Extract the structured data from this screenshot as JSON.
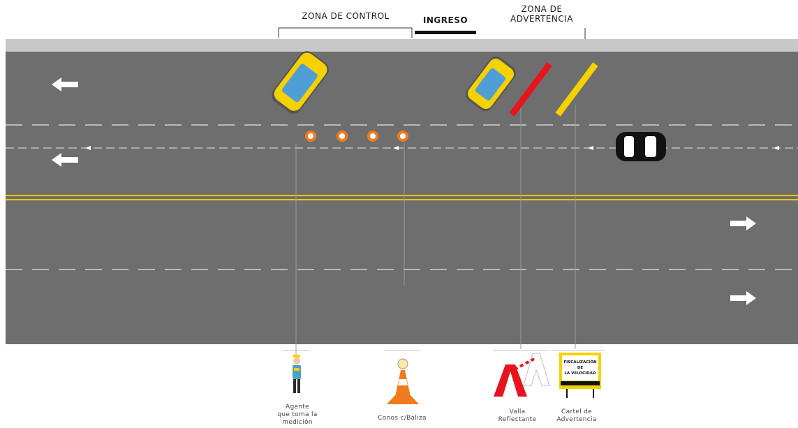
{
  "zones": {
    "control": "ZONA DE CONTROL",
    "ingreso": "INGRESO",
    "advertencia_1": "ZONA DE",
    "advertencia_2": "ADVERTENCIA"
  },
  "legend": {
    "agente": [
      "Agente",
      "que toma la",
      "medición"
    ],
    "conos": "Conos c/Baliza",
    "valla": [
      "Valla",
      "Reflectante"
    ],
    "cartel": [
      "Cartel de",
      "Advertencia"
    ]
  },
  "sign": {
    "line1": "FISCALIZACIÓN",
    "line2": "DE",
    "line3": "LA VELOCIDAD"
  },
  "colors": {
    "road": "#6e6e6e",
    "shoulder": "#c8c8c8",
    "center_line": "#f2c400",
    "taxi": "#f5d100",
    "taxi_window": "#4f9fd6",
    "valla_red": "#e8141d",
    "cone_orange": "#f07c1e"
  },
  "icons": [
    "left-arrow-icon",
    "right-arrow-icon",
    "taxi-icon",
    "car-icon",
    "cone-icon",
    "agent-icon",
    "barrier-icon",
    "sign-icon"
  ]
}
